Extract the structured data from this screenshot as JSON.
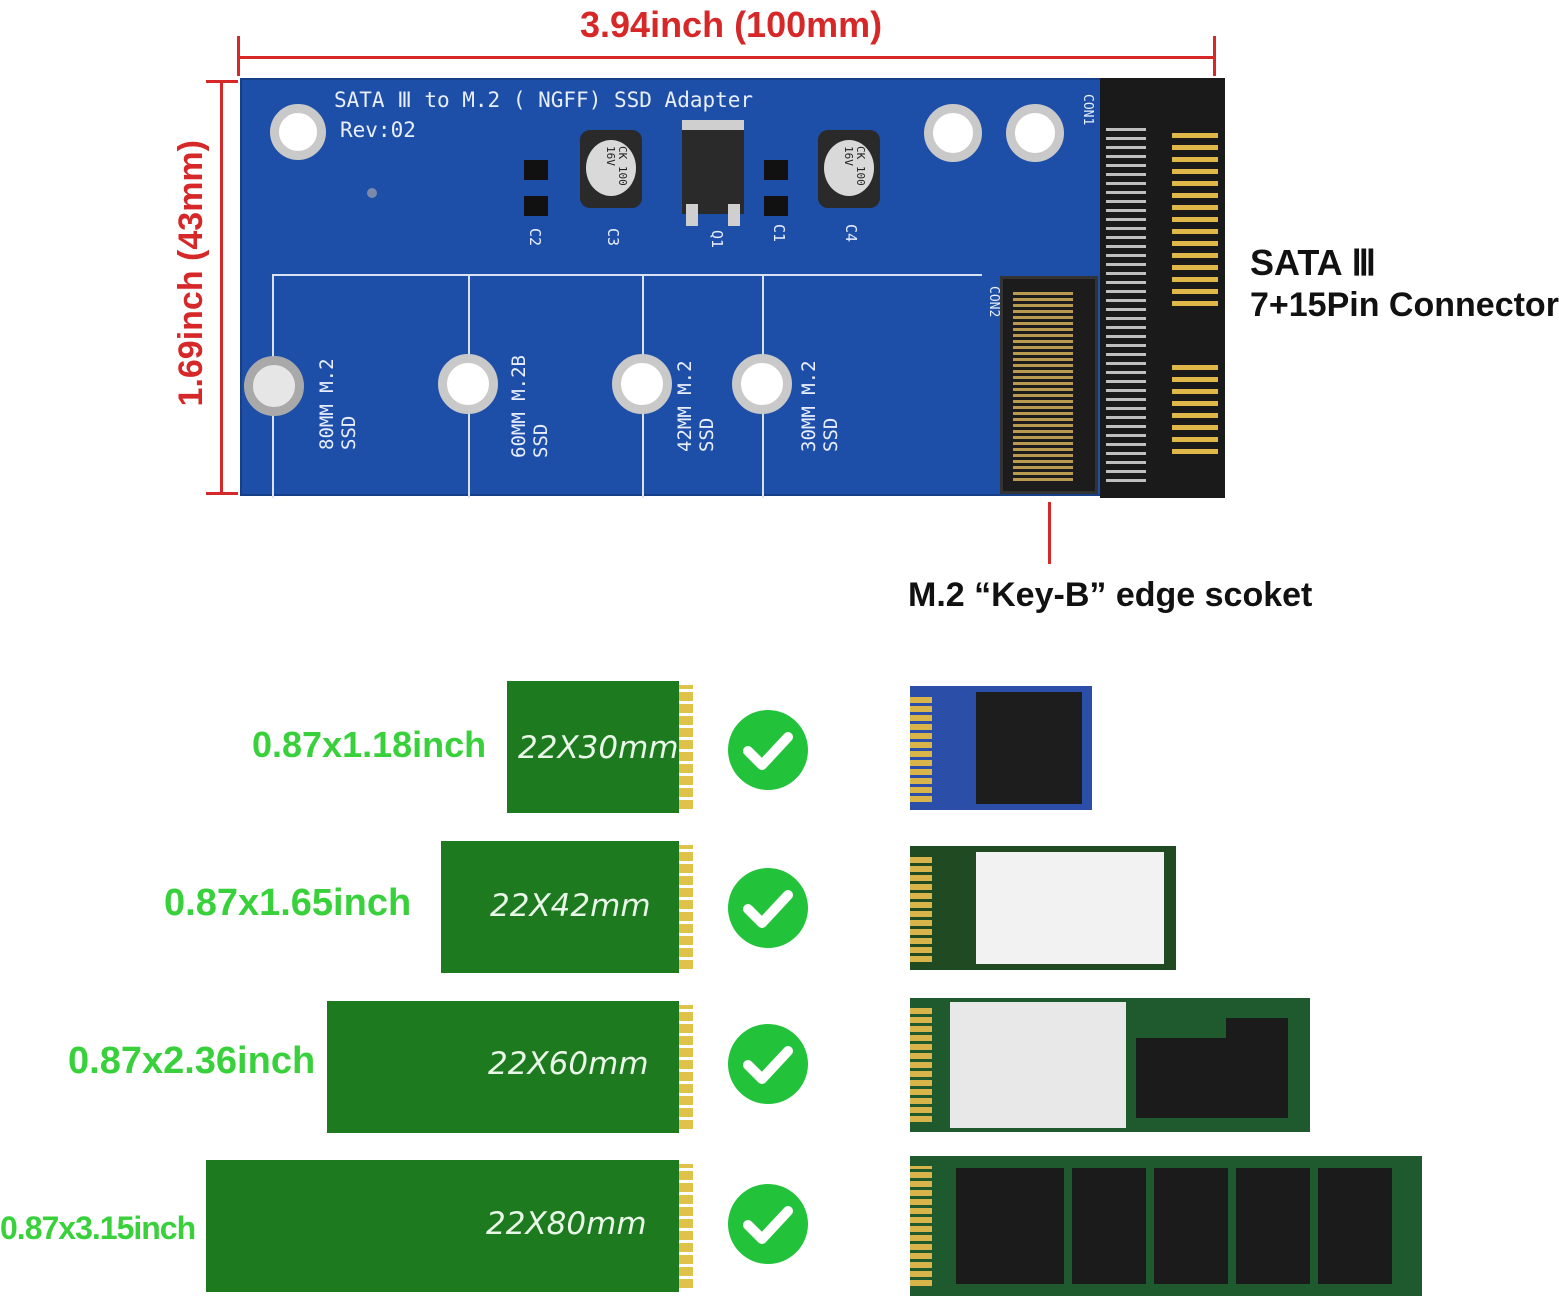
{
  "dimensions": {
    "width_label": "3.94inch (100mm)",
    "height_label": "1.69inch (43mm)"
  },
  "board": {
    "title": "SATA Ⅲ to M.2 ( NGFF) SSD Adapter",
    "revision": "Rev:02",
    "cap_label": "CK 100 16V",
    "components": [
      "C2",
      "C3",
      "Q1",
      "C1",
      "C4"
    ],
    "con1": "CON1",
    "con2": "CON2",
    "zones": [
      "80MM M.2 SSD",
      "60MM M.2B SSD",
      "42MM M.2 SSD",
      "30MM M.2 SSD"
    ]
  },
  "callouts": {
    "sata_line1": "SATA Ⅲ",
    "sata_line2": "7+15Pin Connector",
    "socket": "M.2 “Key-B” edge scoket"
  },
  "sizes": [
    {
      "inch": "0.87x1.18inch",
      "mm": "22X30mm"
    },
    {
      "inch": "0.87x1.65inch",
      "mm": "22X42mm"
    },
    {
      "inch": "0.87x2.36inch",
      "mm": "22X60mm"
    },
    {
      "inch": "0.87x3.15inch",
      "mm": "22X80mm"
    }
  ],
  "colors": {
    "dimension_red": "#d62828",
    "pcb_blue": "#1e4fa8",
    "card_green": "#1e7a1e",
    "size_text_green": "#39d13b",
    "check_green": "#22c33a"
  },
  "icons": [
    "checkmark-icon"
  ]
}
